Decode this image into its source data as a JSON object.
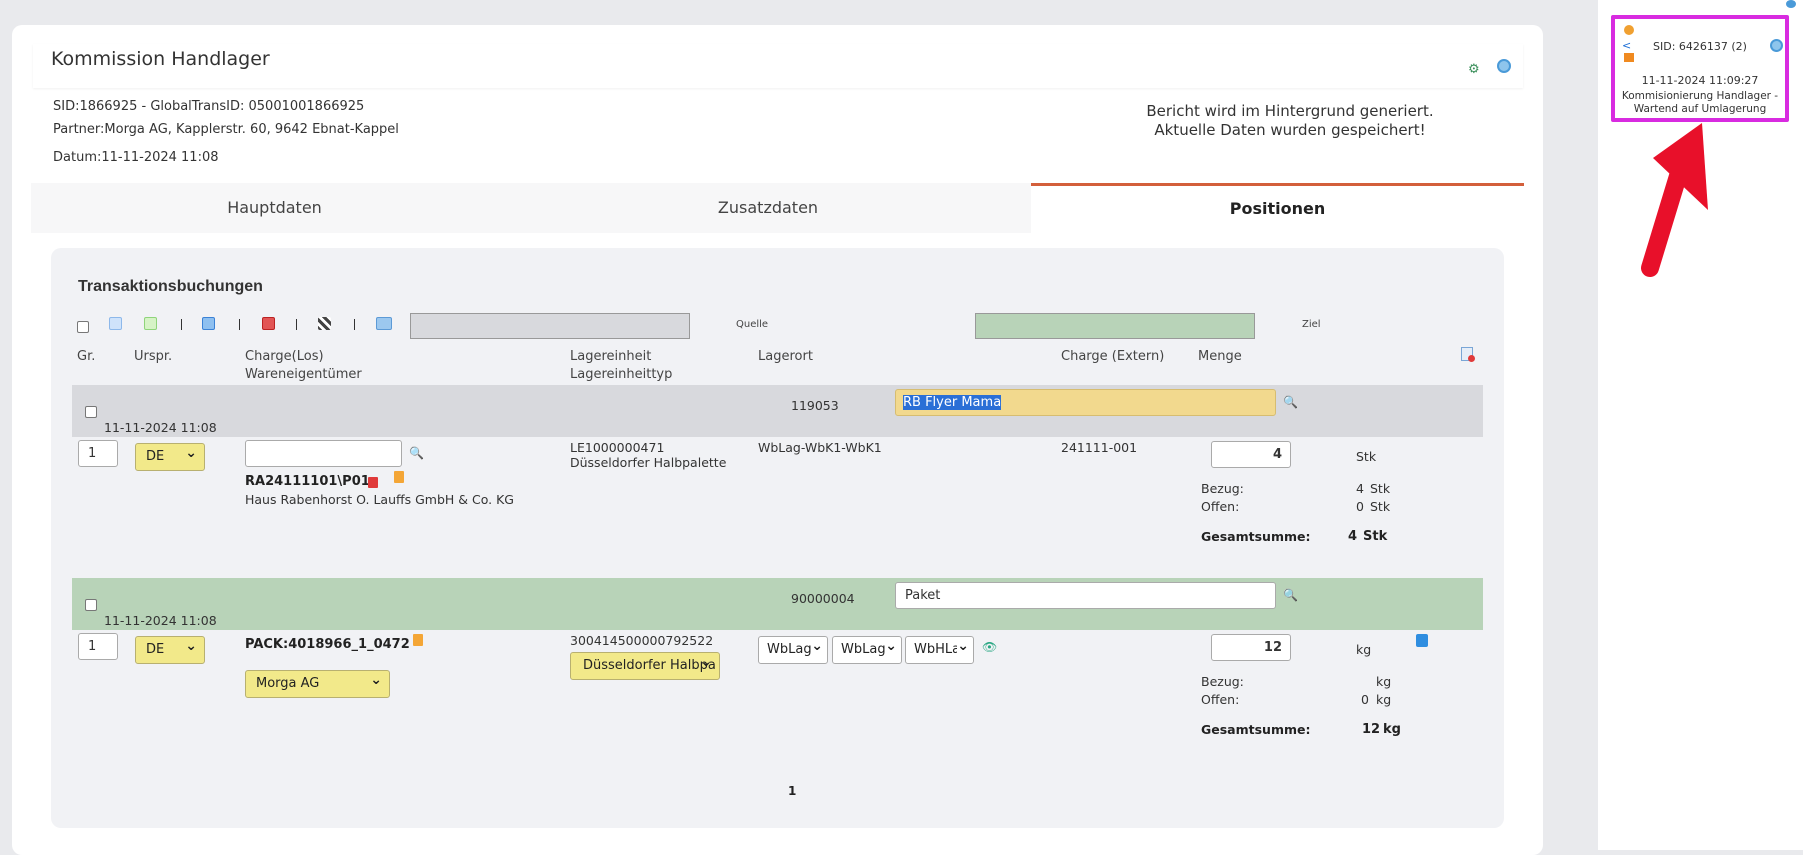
{
  "header": {
    "title": "Kommission Handlager",
    "sid_line": "SID:1866925 - GlobalTransID: 05001001866925",
    "partner_line": "Partner:Morga AG, Kapplerstr. 60, 9642 Ebnat-Kappel",
    "datum_line": "Datum:11-11-2024 11:08"
  },
  "message": {
    "line1": "Bericht wird im Hintergrund generiert.",
    "line2": "Aktuelle Daten wurden gespeichert!"
  },
  "tabs": [
    "Hauptdaten",
    "Zusatzdaten",
    "Positionen"
  ],
  "active_tab": "Positionen",
  "panel": {
    "title": "Transaktionsbuchungen",
    "quelle": "Quelle",
    "ziel": "Ziel",
    "page": "1"
  },
  "columns": {
    "gr": "Gr.",
    "urspr": "Urspr.",
    "charge": "Charge(Los)",
    "owner": "Wareneigentümer",
    "le": "Lagereinheit",
    "letyp": "Lagereinheittyp",
    "lagerort": "Lagerort",
    "extern": "Charge (Extern)",
    "menge": "Menge"
  },
  "groups": [
    {
      "date": "11-11-2024 11:08",
      "number": "119053",
      "search_value": "RB Flyer Mama",
      "color": "#d8d9dd",
      "row": {
        "gr": "1",
        "urspr": "DE",
        "charge": "RA24111101\\P01",
        "owner": "Haus Rabenhorst O. Lauffs GmbH & Co. KG",
        "le": "LE1000000471",
        "letyp": "Düsseldorfer Halbpalette",
        "lagerort": "WbLag-WbK1-WbK1",
        "extern": "241111-001",
        "menge": "4",
        "unit": "Stk",
        "bezug_label": "Bezug:",
        "bezug": "4",
        "bezug_unit": "Stk",
        "offen_label": "Offen:",
        "offen": "0",
        "offen_unit": "Stk",
        "sum_label": "Gesamtsumme:",
        "sum": "4",
        "sum_unit": "Stk"
      }
    },
    {
      "date": "11-11-2024 11:08",
      "number": "90000004",
      "search_value": "Paket",
      "color": "#b8d3b8",
      "row": {
        "gr": "1",
        "urspr": "DE",
        "charge": "PACK:4018966_1_0472",
        "owner": "Morga AG",
        "le": "300414500000792522",
        "letyp": "Düsseldorfer Halbpa",
        "lagerort1": "WbLag",
        "lagerort2": "WbLag",
        "lagerort3": "WbHLa",
        "menge": "12",
        "unit": "kg",
        "bezug_label": "Bezug:",
        "bezug_unit": "kg",
        "offen_label": "Offen:",
        "offen": "0",
        "offen_unit": "kg",
        "sum_label": "Gesamtsumme:",
        "sum": "12",
        "sum_unit": "kg"
      }
    }
  ],
  "notification": {
    "sid": "SID: 6426137 (2)",
    "datetime": "11-11-2024 11:09:27",
    "text": "Kommisionierung Handlager - Wartend auf Umlagerung"
  },
  "colors": {
    "accent_tab": "#d35f3b",
    "highlight": "#d82be0",
    "arrow": "#e8102a",
    "quelle_fill": "#d8d9dd",
    "ziel_fill": "#b8d3b8",
    "yellow": "#f2e98a"
  }
}
